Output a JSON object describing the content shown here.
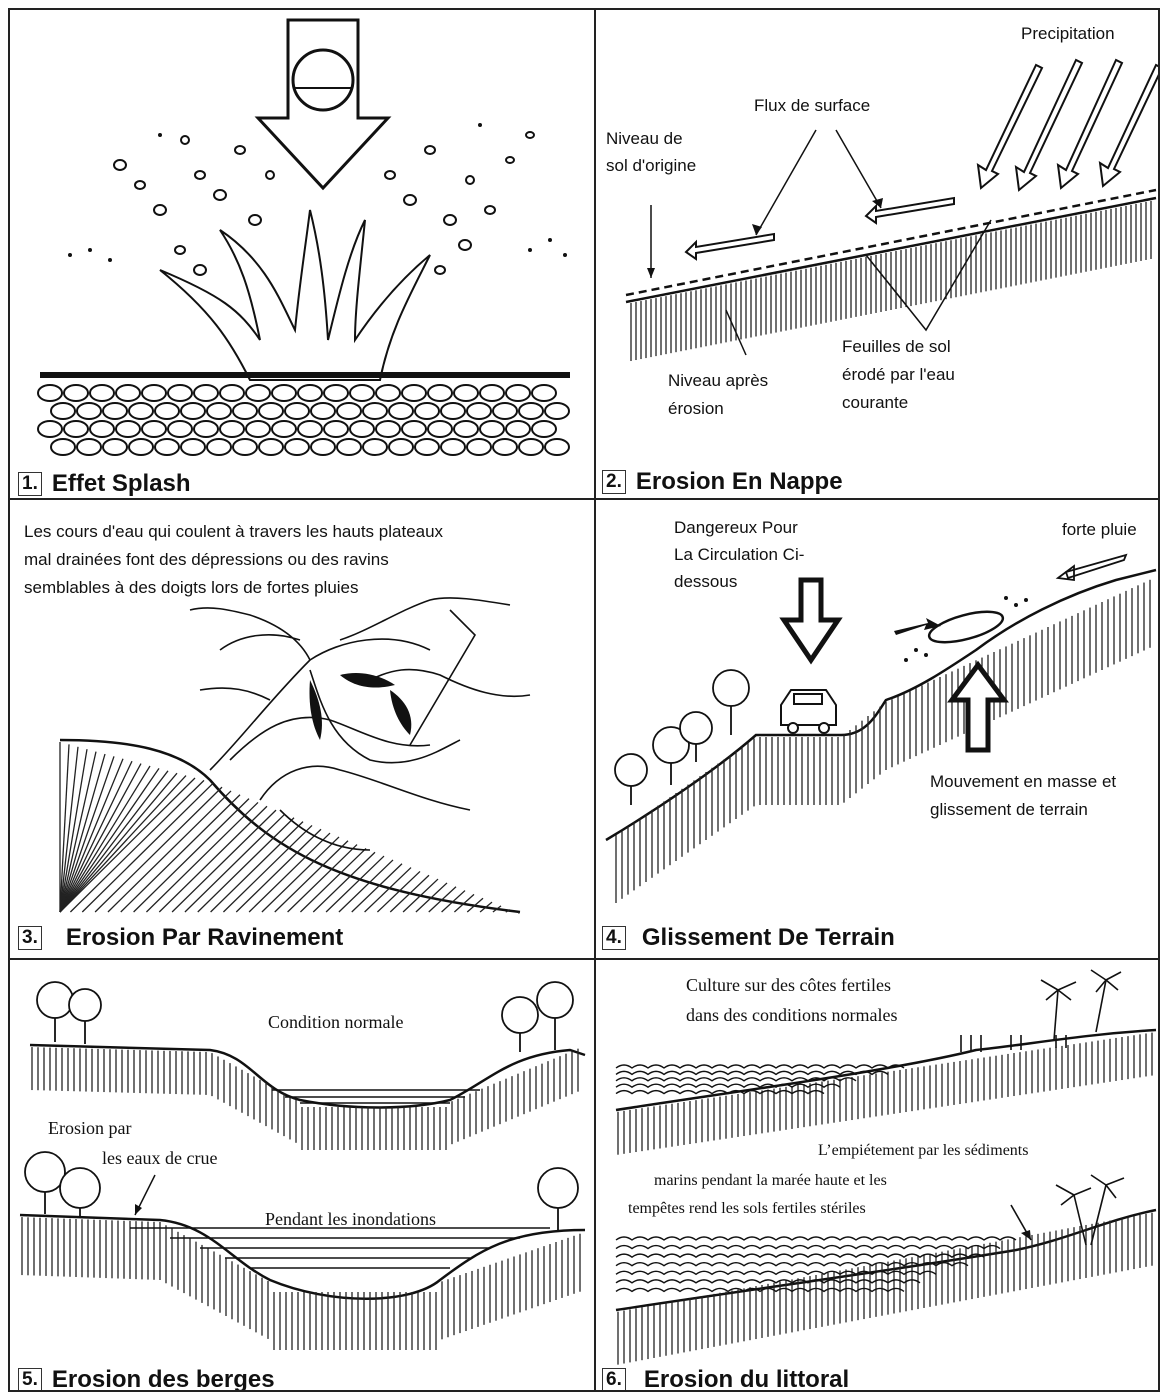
{
  "panels": [
    {
      "number": "1.",
      "title": "Effet Splash"
    },
    {
      "number": "2.",
      "title": "Erosion En Nappe",
      "labels": {
        "precipitation": "Precipitation",
        "surface_flow": "Flux de surface",
        "original_level_1": "Niveau de",
        "original_level_2": "sol d'origine",
        "after_1": "Niveau après",
        "after_2": "érosion",
        "sheets_1": "Feuilles de sol",
        "sheets_2": "érodé par l'eau",
        "sheets_3": "courante"
      }
    },
    {
      "number": "3.",
      "title": "Erosion Par Ravinement",
      "labels": {
        "desc_1": "Les cours d'eau qui coulent à travers les hauts plateaux",
        "desc_2": "mal drainées font des dépressions ou des ravins",
        "desc_3": "semblables à des doigts lors de fortes pluies"
      }
    },
    {
      "number": "4.",
      "title": "Glissement De Terrain",
      "labels": {
        "danger_1": "Dangereux Pour",
        "danger_2": "La Circulation Ci-",
        "danger_3": "dessous",
        "rain": "forte pluie",
        "mass_1": "Mouvement en masse et",
        "mass_2": "glissement de terrain"
      }
    },
    {
      "number": "5.",
      "title": "Erosion des berges",
      "labels": {
        "normal": "Condition normale",
        "flood_1": "Erosion par",
        "flood_2": "les eaux de crue",
        "during": "Pendant les inondations"
      }
    },
    {
      "number": "6.",
      "title": "Erosion du littoral",
      "labels": {
        "culture_1": "Culture sur des côtes fertiles",
        "culture_2": "dans des conditions normales",
        "sed_1": "L’empiétement par les sédiments",
        "sed_2": "marins pendant la marée haute et les",
        "sed_3": "tempêtes rend les sols fertiles stériles"
      }
    }
  ]
}
